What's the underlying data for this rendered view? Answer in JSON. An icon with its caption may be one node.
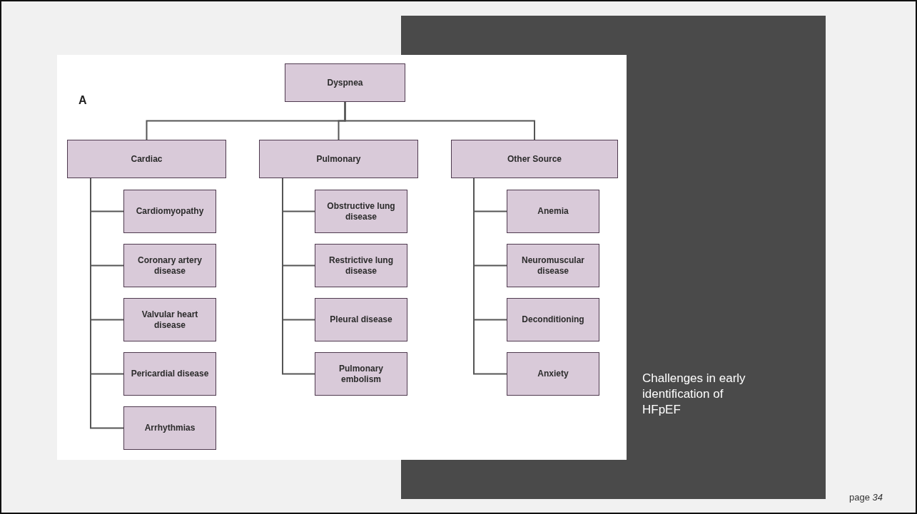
{
  "diagram": {
    "nodes": [
      {
        "text": [
          "Dyspnea"
        ]
      },
      {
        "text": [
          "Cardiac"
        ]
      },
      {
        "text": [
          "Pulmonary"
        ]
      },
      {
        "text": [
          "Other Source"
        ]
      },
      {
        "text": [
          "Cardiomyopathy"
        ]
      },
      {
        "text": [
          "Coronary artery disease"
        ]
      },
      {
        "text": [
          "Valvular heart disease"
        ]
      },
      {
        "text": [
          "Pericardial disease"
        ]
      },
      {
        "text": [
          "Arrhythmias"
        ]
      },
      {
        "text": [
          "Obstructive lung disease"
        ]
      },
      {
        "text": [
          "Restrictive lung disease"
        ]
      },
      {
        "text": [
          "Pleural disease"
        ]
      },
      {
        "text": [
          "Pulmonary embolism"
        ]
      },
      {
        "text": [
          "Anemia"
        ]
      },
      {
        "text": [
          "Neuromuscular disease"
        ]
      },
      {
        "text": [
          "Deconditioning"
        ]
      },
      {
        "text": [
          "Anxiety"
        ]
      }
    ],
    "edges": [
      {
        "from": 0,
        "to": 1,
        "arrow": "none"
      },
      {
        "from": 0,
        "to": 2,
        "arrow": "none"
      },
      {
        "from": 0,
        "to": 3,
        "arrow": "none"
      },
      {
        "from": 1,
        "to": 4,
        "arrow": "none"
      },
      {
        "from": 1,
        "to": 5,
        "arrow": "none"
      },
      {
        "from": 1,
        "to": 6,
        "arrow": "none"
      },
      {
        "from": 1,
        "to": 7,
        "arrow": "none"
      },
      {
        "from": 1,
        "to": 8,
        "arrow": "none"
      },
      {
        "from": 2,
        "to": 9,
        "arrow": "none"
      },
      {
        "from": 2,
        "to": 10,
        "arrow": "none"
      },
      {
        "from": 2,
        "to": 11,
        "arrow": "none"
      },
      {
        "from": 2,
        "to": 12,
        "arrow": "none"
      },
      {
        "from": 3,
        "to": 13,
        "arrow": "none"
      },
      {
        "from": 3,
        "to": 14,
        "arrow": "none"
      },
      {
        "from": 3,
        "to": 15,
        "arrow": "none"
      },
      {
        "from": 3,
        "to": 16,
        "arrow": "none"
      }
    ],
    "labels": [
      "A",
      "Challenges in early identification of HFpEF",
      "page *34*"
    ]
  }
}
